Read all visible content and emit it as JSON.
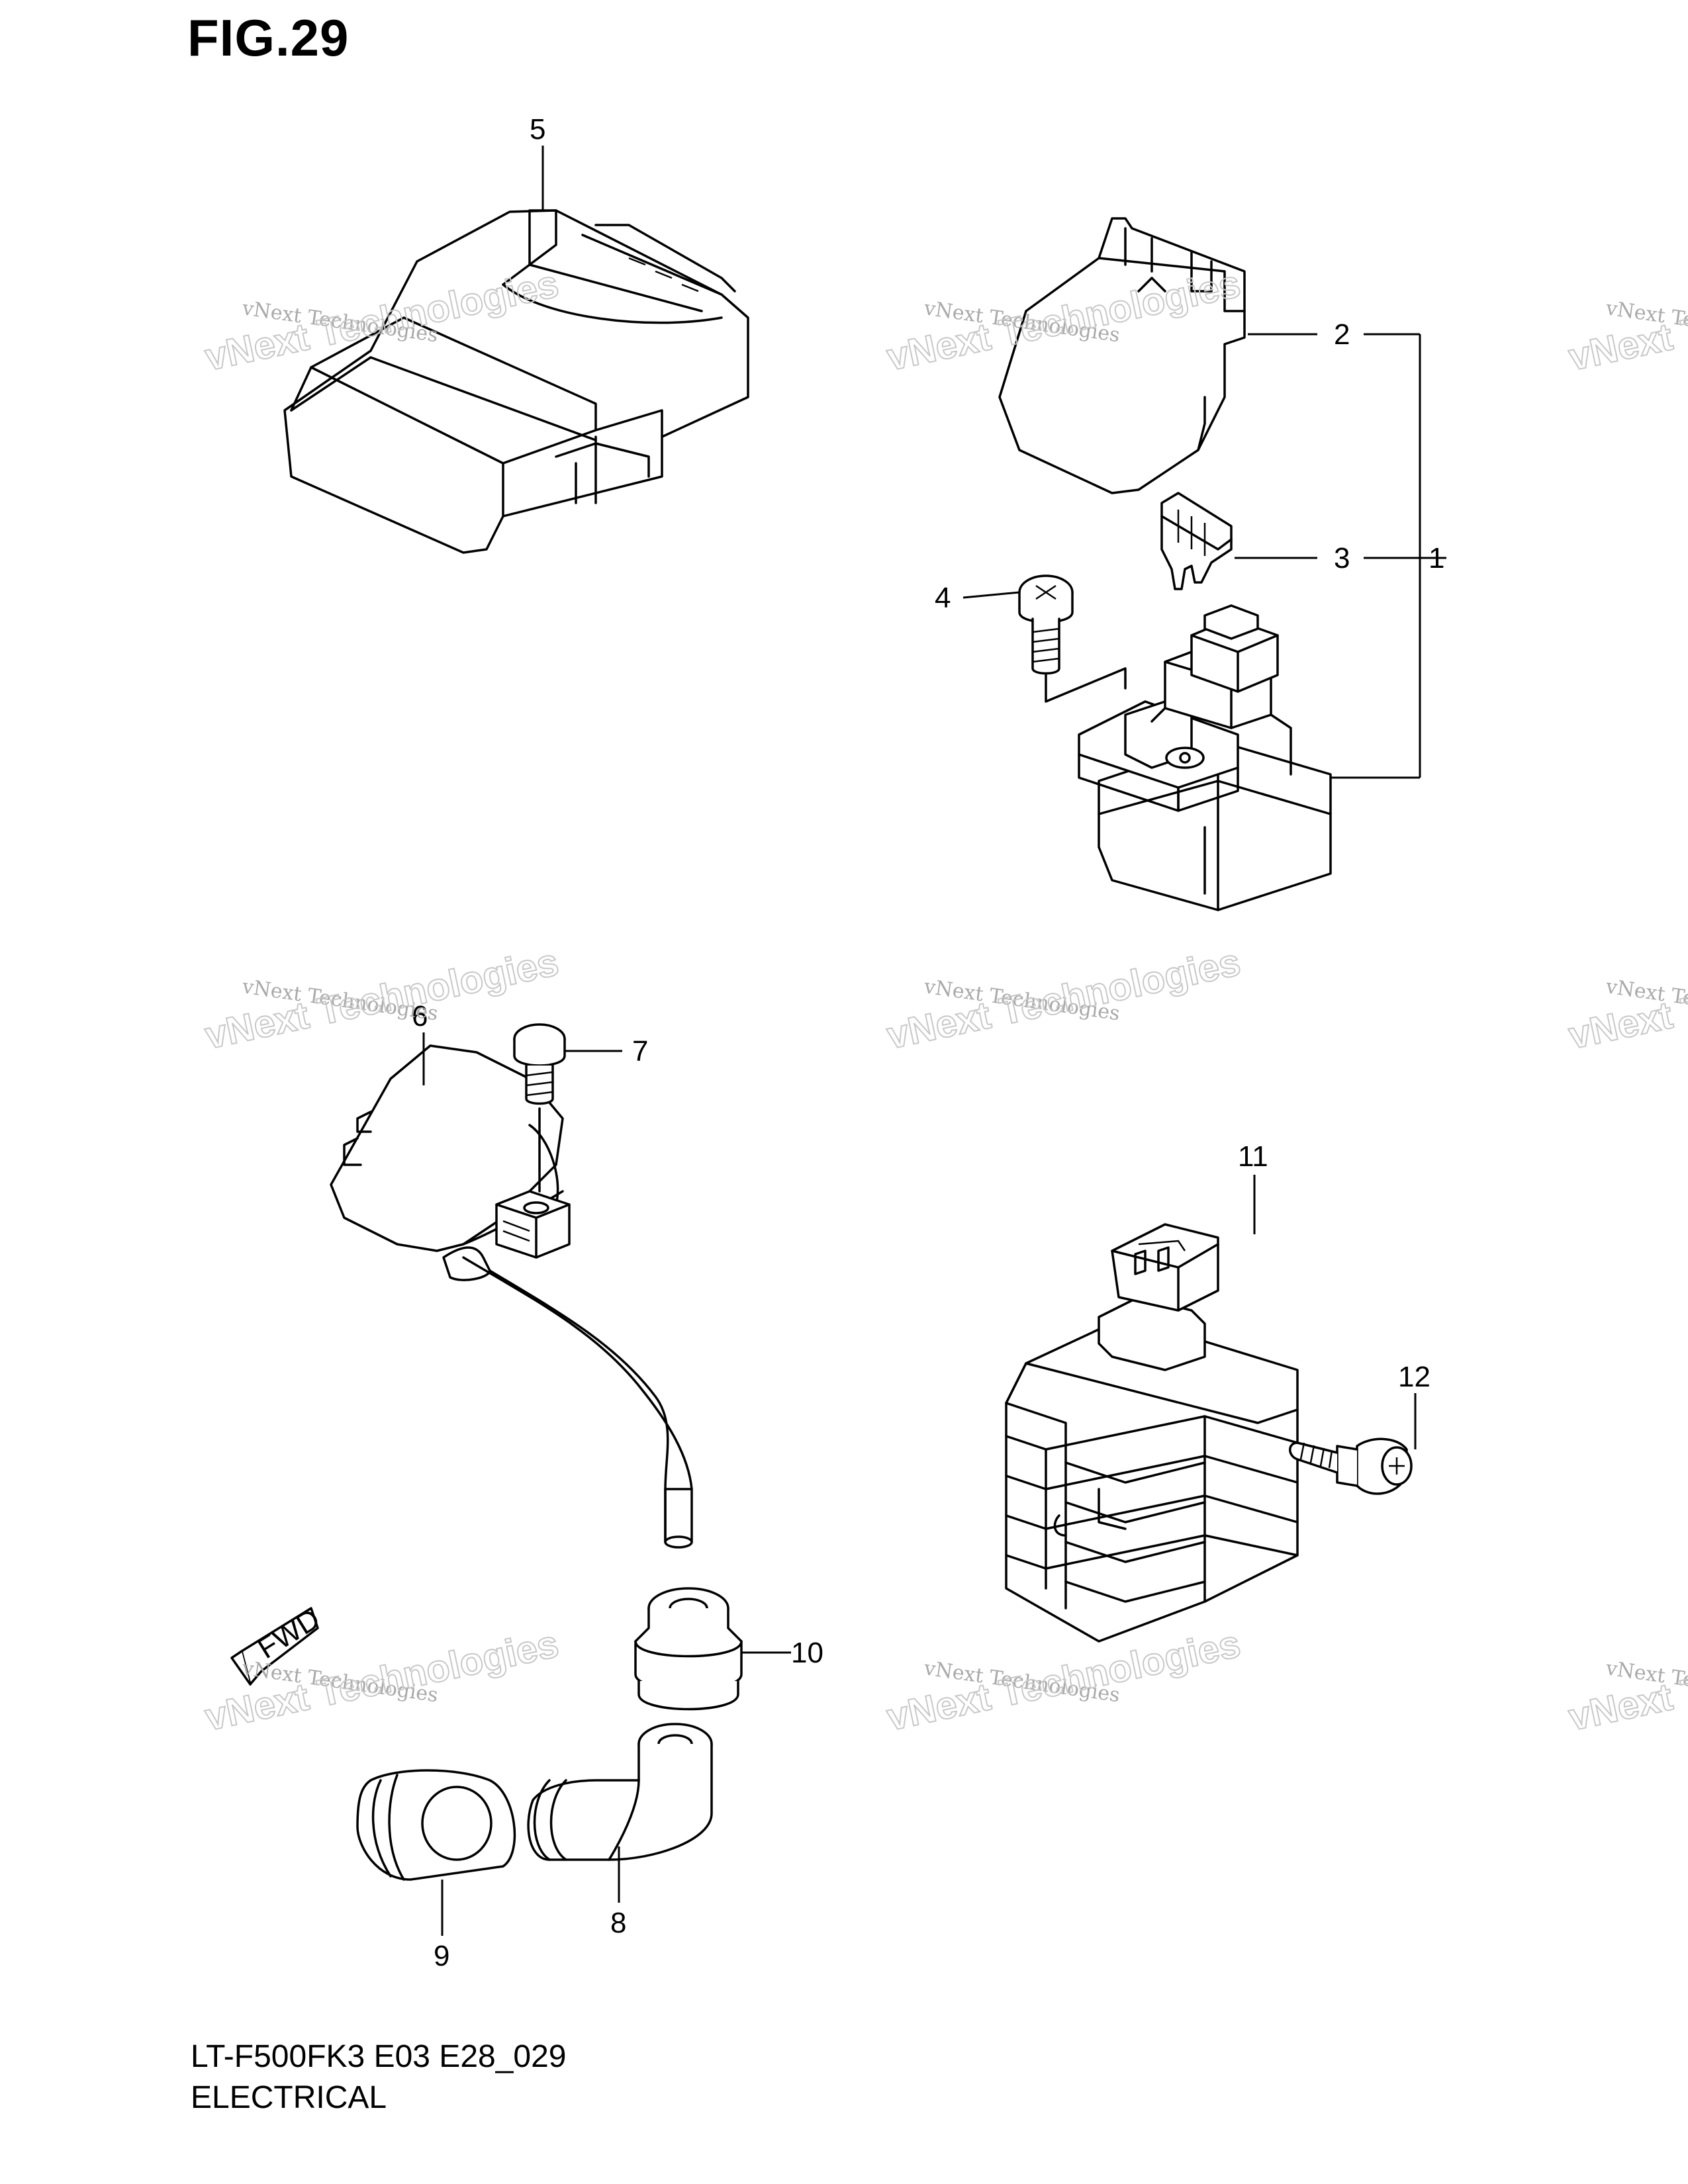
{
  "figure": {
    "title": "FIG.29"
  },
  "footer": {
    "code": "LT-F500FK3 E03 E28_029",
    "name": "ELECTRICAL"
  },
  "callouts": [
    "1",
    "2",
    "3",
    "4",
    "5",
    "6",
    "7",
    "8",
    "9",
    "10",
    "11",
    "12"
  ],
  "direction_mark": "FWD",
  "watermark": {
    "line1": "vNext Technologies",
    "line2": "vNext Technologies"
  },
  "colors": {
    "ink": "#000000",
    "watermark": "#b4b4b4",
    "background": "#ffffff"
  }
}
